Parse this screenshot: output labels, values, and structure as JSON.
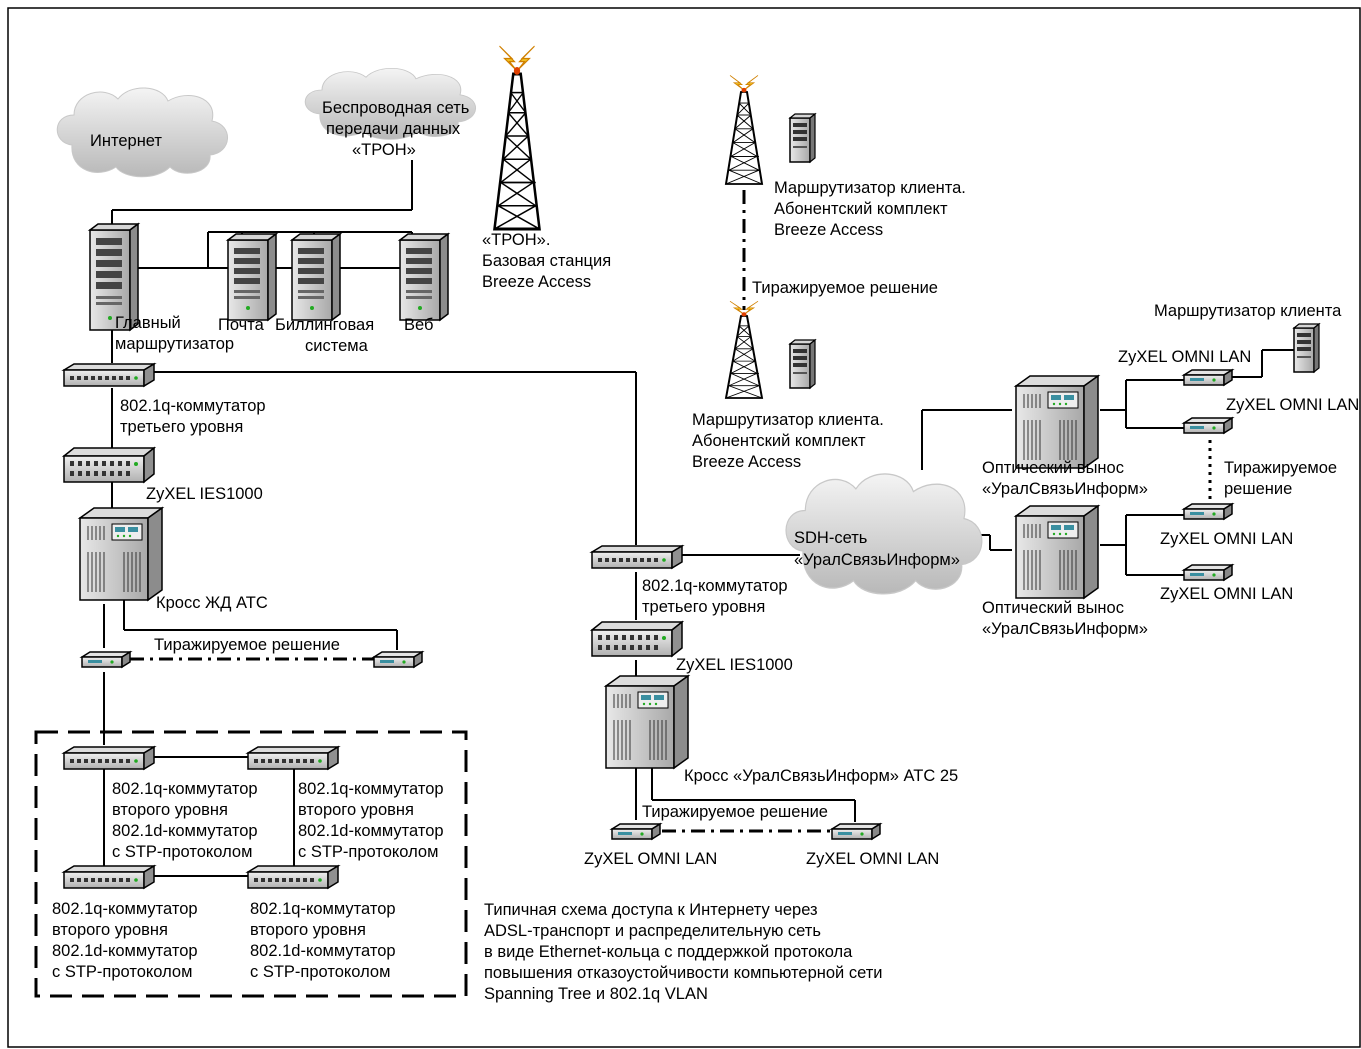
{
  "labels": {
    "internet": "Интернет",
    "wireless_1": "Беспроводная сеть",
    "wireless_2": "передачи данных",
    "wireless_3": "«ТРОН»",
    "tron_1": "«ТРОН».",
    "tron_2": "Базовая станция",
    "tron_3": "Breeze Access",
    "client_router_top_1": "Маршрутизатор клиента.",
    "client_router_top_2": "Абонентский комплект",
    "client_router_top_3": "Breeze Access",
    "replicated_mid": "Тиражируемое решение",
    "client_router_mid_1": "Маршрутизатор клиента.",
    "client_router_mid_2": "Абонентский комплект",
    "client_router_mid_3": "Breeze Access",
    "main_router_1": "Главный",
    "main_router_2": "маршрутизатор",
    "mail": "Почта",
    "billing_1": "Биллинговая",
    "billing_2": "система",
    "web": "Веб",
    "l3_switch_left_1": "802.1q-коммутатор",
    "l3_switch_left_2": "третьего уровня",
    "ies_left": "ZyXEL IES1000",
    "cross_zhd": "Кросс ЖД АТС",
    "replicated_left": "Тиражируемое решение",
    "ring_sw1_1": "802.1q-коммутатор",
    "ring_sw1_2": "второго уровня",
    "ring_sw1_3": "802.1d-коммутатор",
    "ring_sw1_4": "с STP-протоколом",
    "ring_sw2_1": "802.1q-коммутатор",
    "ring_sw2_2": "второго уровня",
    "ring_sw2_3": "802.1d-коммутатор",
    "ring_sw2_4": "с STP-протоколом",
    "ring_sw3_1": "802.1q-коммутатор",
    "ring_sw3_2": "второго уровня",
    "ring_sw3_3": "802.1d-коммутатор",
    "ring_sw3_4": "с STP-протоколом",
    "ring_sw4_1": "802.1q-коммутатор",
    "ring_sw4_2": "второго уровня",
    "ring_sw4_3": "802.1d-коммутатор",
    "ring_sw4_4": "с STP-протоколом",
    "caption_1": "Типичная схема доступа к Интернету через",
    "caption_2": "ADSL-транспорт и распределительную сеть",
    "caption_3": "в виде Ethernet-кольца с поддержкой протокола",
    "caption_4": "повышения отказоустойчивости компьютерной сети",
    "caption_5": "Spanning Tree и 802.1q VLAN",
    "sdh_1": "SDH-сеть",
    "sdh_2": "«УралСвязьИнформ»",
    "l3_switch_mid_1": "802.1q-коммутатор",
    "l3_switch_mid_2": "третьего уровня",
    "ies_mid": "ZyXEL IES1000",
    "cross_usi": "Кросс «УралСвязьИнформ» АТС 25",
    "replicated_bottom": "Тиражируемое решение",
    "omni_bottom_left": "ZyXEL OMNI LAN",
    "omni_bottom_right": "ZyXEL OMNI LAN",
    "client_router_right": "Маршрутизатор клиента",
    "omni_r1": "ZyXEL OMNI LAN",
    "omni_r2": "ZyXEL OMNI LAN",
    "replicated_right_1": "Тиражируемое",
    "replicated_right_2": "решение",
    "optical_top_1": "Оптический вынос",
    "optical_top_2": "«УралСвязьИнформ»",
    "omni_r3": "ZyXEL OMNI LAN",
    "omni_r4": "ZyXEL OMNI LAN",
    "optical_bottom_1": "Оптический вынос",
    "optical_bottom_2": "«УралСвязьИнформ»"
  }
}
